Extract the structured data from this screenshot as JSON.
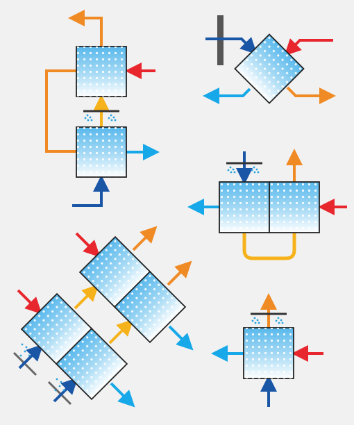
{
  "colors": {
    "background": "#f1f1f1",
    "hot_supply": "#e8262d",
    "warm_exhaust": "#f08a24",
    "cool_supply": "#16a8e8",
    "outside_air": "#1a56a6",
    "bypass_loop": "#f6b21a",
    "core_fill_top": "#58b8ec",
    "core_fill_bottom": "#ffffff",
    "core_outline": "#222222",
    "spray_bar": "#333333",
    "spray_drops": "#29a3e0",
    "louver": "#666666"
  },
  "icons": [
    "heat-exchanger-core-icon",
    "arrow-icon",
    "water-spray-bar-icon",
    "louver-damper-icon",
    "u-bypass-duct-icon"
  ],
  "diagrams": [
    {
      "name": "stacked-two-core-with-spray"
    },
    {
      "name": "diamond-cross-flow-core"
    },
    {
      "name": "side-by-side-cores-with-bypass-loop"
    },
    {
      "name": "diagonal-four-core-array"
    },
    {
      "name": "single-core-with-spray"
    }
  ]
}
